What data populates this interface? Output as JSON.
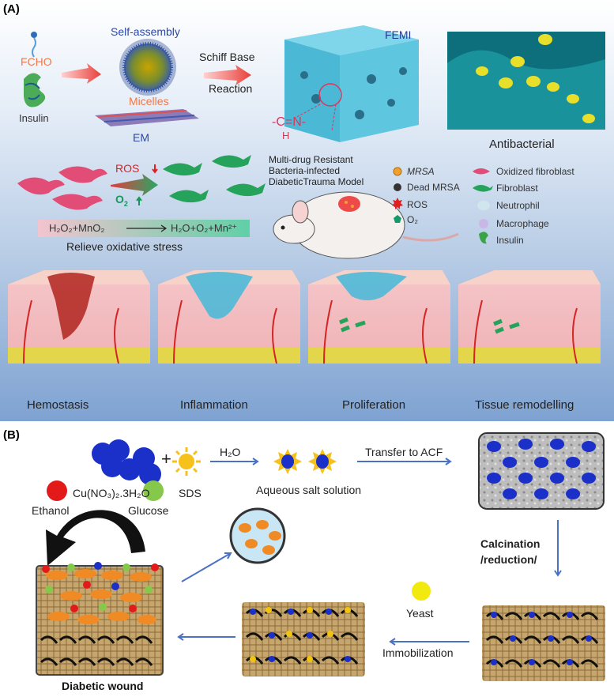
{
  "panel_a": {
    "label": "(A)",
    "fcho": "FCHO",
    "insulin": "Insulin",
    "self_assembly": "Self-assembly",
    "micelles": "Micelles",
    "em": "EM",
    "schiff_base": "Schiff Base",
    "reaction": "Reaction",
    "femi": "FEMI",
    "imine": "-C=N-",
    "imine_h": "H",
    "antibacterial": "Antibacterial",
    "ros_label": "ROS",
    "o2_label": "O",
    "o2_sub": "2",
    "reaction_left": "H₂O₂+MnO₂",
    "reaction_right": "H₂O+O₂+Mn²⁺",
    "relieve": "Relieve oxidative stress",
    "model_lines": [
      "Multi-drug Resistant",
      "Bacteria-infected",
      "DiabeticTrauma Model"
    ],
    "legend_left": [
      "MRSA",
      "Dead MRSA",
      "ROS",
      "O₂"
    ],
    "legend_right": [
      "Oxidized fibroblast",
      "Fibroblast",
      "Neutrophil",
      "Macrophage",
      "Insulin"
    ],
    "stages": [
      "Hemostasis",
      "Inflammation",
      "Proliferation",
      "Tissue remodelling"
    ],
    "colors": {
      "salmon": "#f07848",
      "red": "#e02020",
      "green": "#139a59",
      "teal": "#2dbeb8",
      "navy": "#1f3b8f"
    }
  },
  "panel_b": {
    "label": "(B)",
    "cu_salt": "Cu(NO₃)₂.3H₂O",
    "sds": "SDS",
    "plus": "+",
    "h2o": "H₂O",
    "aqueous": "Aqueous salt  solution",
    "transfer": "Transfer to ACF",
    "calcination": "Calcination",
    "reduction": "/reduction/",
    "yeast": "Yeast",
    "immobilization": "Immobilization",
    "ethanol": "Ethanol",
    "glucose": "Glucose",
    "diabetic_wound": "Diabetic wound"
  }
}
